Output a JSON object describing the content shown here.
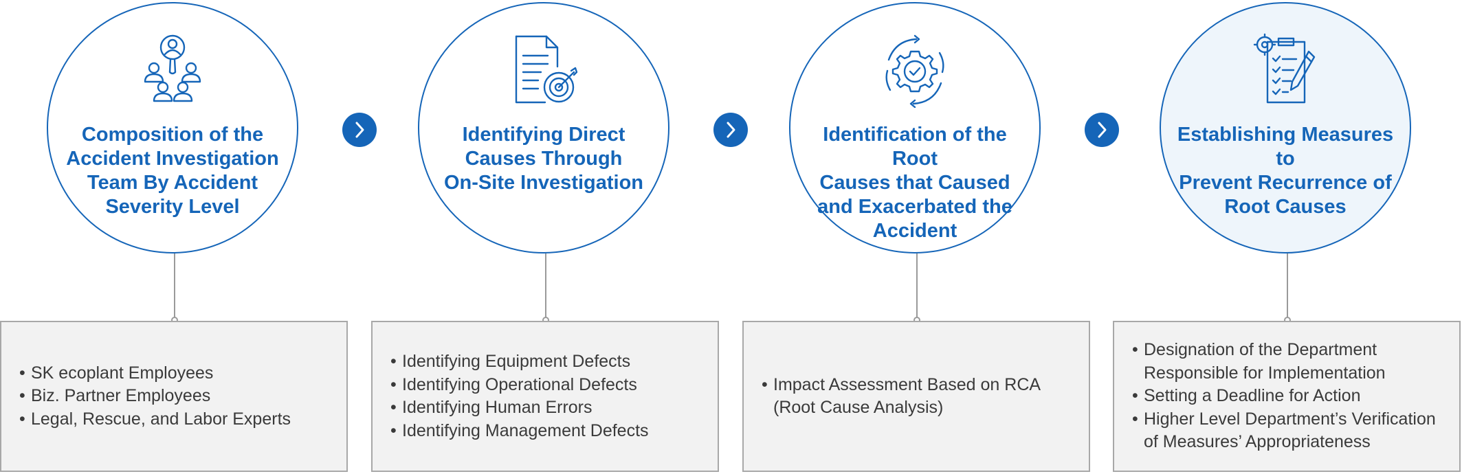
{
  "colors": {
    "accent": "#1565b8",
    "box_bg": "#f2f2f2",
    "box_border": "#a8a8a8",
    "text": "#3a3a3a",
    "highlight_bg": "#eef5fb"
  },
  "steps": [
    {
      "icon": "team-search-icon",
      "title": "Composition of the\nAccident Investigation\nTeam By Accident\nSeverity Level",
      "items": [
        "SK ecoplant Employees",
        "Biz. Partner Employees",
        "Legal, Rescue, and Labor Experts"
      ]
    },
    {
      "icon": "document-target-icon",
      "title": "Identifying Direct\nCauses Through\nOn-Site Investigation",
      "items": [
        "Identifying Equipment Defects",
        "Identifying Operational Defects",
        " Identifying Human Errors",
        "Identifying Management Defects"
      ]
    },
    {
      "icon": "gear-cycle-icon",
      "title": "Identification of the Root\nCauses that Caused\nand Exacerbated the\nAccident",
      "items": [
        "Impact Assessment Based on RCA\n(Root Cause Analysis)"
      ]
    },
    {
      "icon": "checklist-pencil-icon",
      "title": "Establishing Measures to\nPrevent Recurrence of\nRoot Causes",
      "items": [
        "Designation of the Department\nResponsible for Implementation",
        "Setting a Deadline for Action",
        "Higher Level Department’s Verification\nof Measures’ Appropriateness"
      ]
    }
  ],
  "arrows": [
    {
      "icon": "chevron-right-icon"
    },
    {
      "icon": "chevron-right-icon"
    },
    {
      "icon": "chevron-right-icon"
    }
  ]
}
